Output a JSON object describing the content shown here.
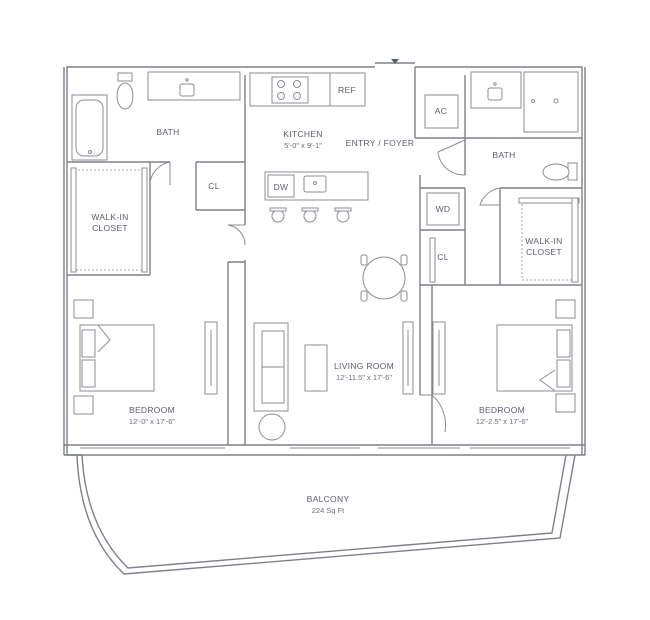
{
  "rooms": {
    "bath_left": {
      "name": "BATH"
    },
    "closet_left": {
      "name": "CL"
    },
    "walkin_left": {
      "line1": "WALK-IN",
      "line2": "CLOSET"
    },
    "kitchen": {
      "name": "KITCHEN",
      "dims": "5'-0\" x 9'-1\""
    },
    "ref": {
      "name": "REF"
    },
    "dishwasher": {
      "name": "DW"
    },
    "entry": {
      "name": "ENTRY / FOYER"
    },
    "ac": {
      "name": "AC"
    },
    "bath_right": {
      "name": "BATH"
    },
    "washer_dryer": {
      "name": "WD"
    },
    "closet_right": {
      "name": "CL"
    },
    "walkin_right": {
      "line1": "WALK-IN",
      "line2": "CLOSET"
    },
    "living": {
      "name": "LIVING ROOM",
      "dims": "12'-11.5\" x 17'-6\""
    },
    "bedroom_left": {
      "name": "BEDROOM",
      "dims": "12'-0\" x 17'-6\""
    },
    "bedroom_right": {
      "name": "BEDROOM",
      "dims": "12'-2.5\" x 17'-6\""
    },
    "balcony": {
      "name": "BALCONY",
      "dims": "224 Sq Ft"
    }
  }
}
